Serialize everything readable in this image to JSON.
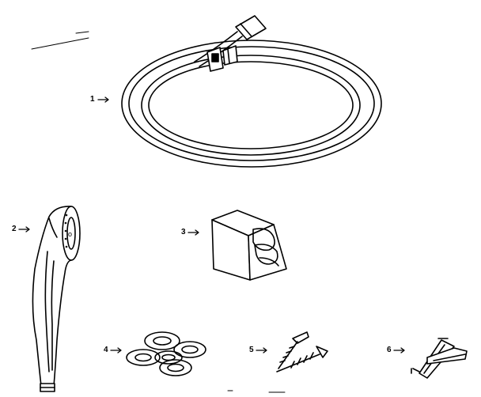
{
  "parts": [
    {
      "number": "1",
      "icon": "hose-icon"
    },
    {
      "number": "2",
      "icon": "handheld-shower-head-icon"
    },
    {
      "number": "3",
      "icon": "wall-bracket-icon"
    },
    {
      "number": "4",
      "icon": "washers-icon"
    },
    {
      "number": "5",
      "icon": "screws-icon"
    },
    {
      "number": "6",
      "icon": "wall-anchors-icon"
    }
  ],
  "arrow_glyph": "→",
  "ink_color": "#000000"
}
